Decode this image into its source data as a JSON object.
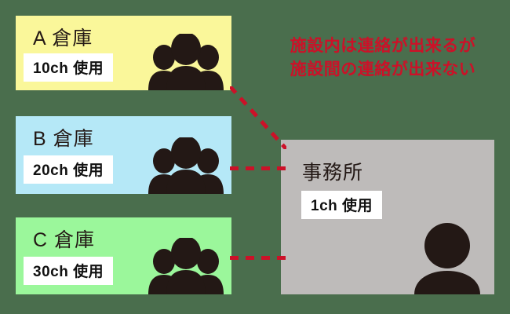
{
  "diagram": {
    "background_color": "#4a6e4d",
    "warning": {
      "color": "#cc1128",
      "line1": "施設内は連絡が出来るが",
      "line2": "施設間の連絡が出来ない"
    },
    "facilities": [
      {
        "id": "a",
        "title": "A 倉庫",
        "channel_badge": "10ch 使用",
        "color": "#faf79a",
        "icon": "three-people-icon"
      },
      {
        "id": "b",
        "title": "B 倉庫",
        "channel_badge": "20ch 使用",
        "color": "#b5e8f7",
        "icon": "three-people-icon"
      },
      {
        "id": "c",
        "title": "C 倉庫",
        "channel_badge": "30ch 使用",
        "color": "#9bf79b",
        "icon": "three-people-icon"
      }
    ],
    "office": {
      "id": "office",
      "title": "事務所",
      "channel_badge": "1ch 使用",
      "color": "#bebbba",
      "icon": "single-person-icon"
    },
    "connectors": [
      {
        "id": "conn-a",
        "from": "a",
        "to": "office",
        "style": "dashed",
        "color": "#cc1128"
      },
      {
        "id": "conn-b",
        "from": "b",
        "to": "office",
        "style": "dashed",
        "color": "#cc1128"
      },
      {
        "id": "conn-c",
        "from": "c",
        "to": "office",
        "style": "dashed",
        "color": "#cc1128"
      }
    ]
  }
}
